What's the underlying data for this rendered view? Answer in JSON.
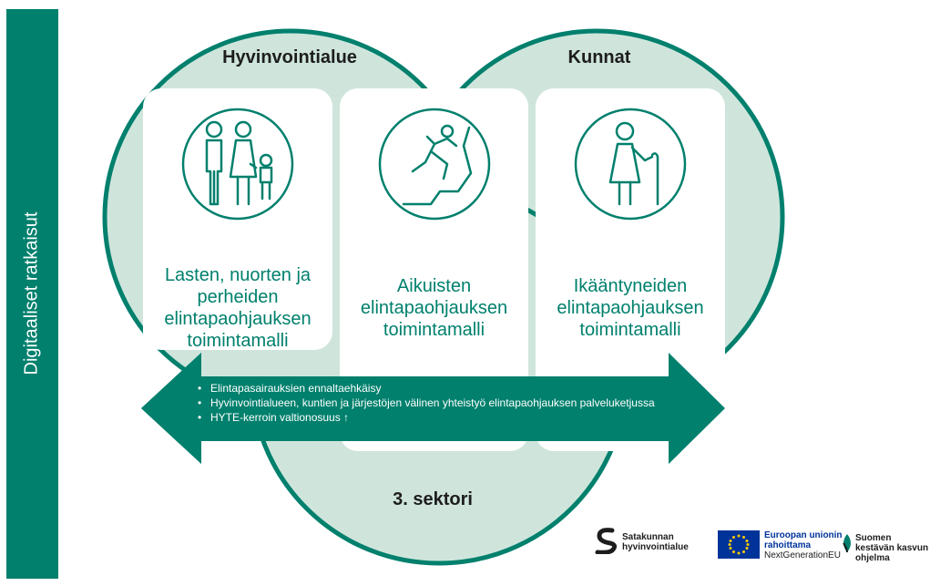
{
  "sidebar": {
    "label": "Digitaaliset ratkaisut"
  },
  "regions": {
    "left": "Hyvinvointialue",
    "right": "Kunnat",
    "bottom": "3. sektori"
  },
  "cards": [
    {
      "icon": "family-icon",
      "lines": [
        "Lasten, nuorten ja",
        "perheiden",
        "elintapaohjauksen",
        "toimintamalli"
      ]
    },
    {
      "icon": "climbing-person-icon",
      "lines": [
        "Aikuisten",
        "elintapaohjauksen",
        "toimintamalli"
      ]
    },
    {
      "icon": "elderly-person-cane-icon",
      "lines": [
        "Ikääntyneiden",
        "elintapaohjauksen",
        "toimintamalli"
      ]
    }
  ],
  "arrow": {
    "bullets": [
      "Elintapasairauksien ennaltaehkäisy",
      "Hyvinvointialueen, kuntien ja järjestöjen välinen yhteistyö elintapaohjauksen palveluketjussa",
      "HYTE-kerroin valtionosuus ↑"
    ]
  },
  "logos": {
    "satakunta": [
      "Satakunnan",
      "hyvinvointialue"
    ],
    "eu": [
      "Euroopan unionin",
      "rahoittama",
      "NextGenerationEU"
    ],
    "suomi": [
      "Suomen",
      "kestävän kasvun",
      "ohjelma"
    ]
  },
  "colors": {
    "primary": "#00806d",
    "light": "#cfe5dc",
    "text": "#1d1d1d",
    "eu_blue": "#003399",
    "eu_star": "#ffcc00"
  }
}
